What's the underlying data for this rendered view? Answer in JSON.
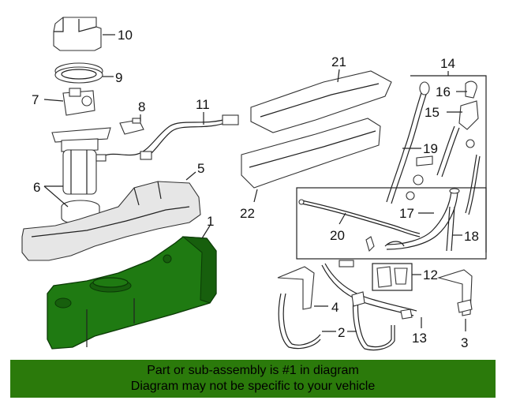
{
  "callouts": {
    "c1": "1",
    "c2": "2",
    "c3": "3",
    "c4": "4",
    "c5": "5",
    "c6": "6",
    "c7": "7",
    "c8": "8",
    "c9": "9",
    "c10": "10",
    "c11": "11",
    "c12": "12",
    "c13": "13",
    "c14": "14",
    "c15": "15",
    "c16": "16",
    "c17": "17",
    "c18": "18",
    "c19": "19",
    "c20": "20",
    "c21": "21",
    "c22": "22"
  },
  "banner": {
    "line1": "Part or sub-assembly is #1 in diagram",
    "line2": "Diagram may not be specific to your vehicle"
  },
  "colors": {
    "highlight": "#1f7a12",
    "banner_bg": "#2b7a0b"
  }
}
